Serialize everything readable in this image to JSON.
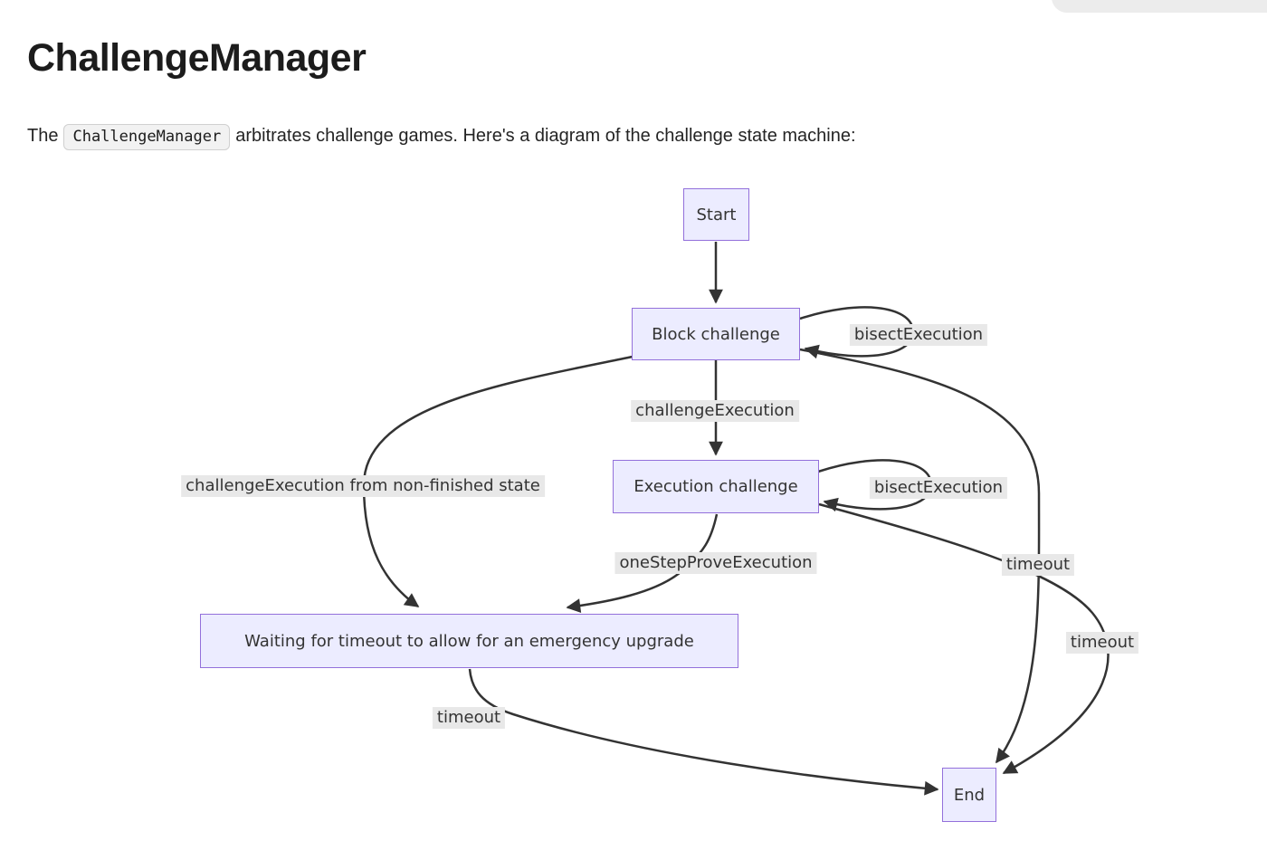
{
  "page": {
    "title": "ChallengeManager",
    "intro": {
      "prefix": "The",
      "code": "ChallengeManager",
      "suffix": "arbitrates challenge games. Here's a diagram of the challenge state machine:"
    }
  },
  "colors": {
    "node_fill": "#ECECFF",
    "node_border": "#9370DB",
    "edge_stroke": "#333333",
    "edge_label_bg": "#e8e8e8",
    "text": "#242424",
    "top_pill_bg": "#ececec",
    "code_bg": "#f2f2f2"
  },
  "diagram": {
    "type": "state-machine",
    "nodes": [
      {
        "id": "start",
        "label": "Start"
      },
      {
        "id": "block-challenge",
        "label": "Block challenge"
      },
      {
        "id": "execution-challenge",
        "label": "Execution challenge"
      },
      {
        "id": "waiting-upgrade",
        "label": "Waiting for timeout to allow for an emergency upgrade"
      },
      {
        "id": "end",
        "label": "End"
      }
    ],
    "edges": [
      {
        "from": "Start",
        "to": "Block challenge",
        "label": ""
      },
      {
        "from": "Block challenge",
        "to": "Block challenge",
        "label": "bisectExecution"
      },
      {
        "from": "Block challenge",
        "to": "Execution challenge",
        "label": "challengeExecution"
      },
      {
        "from": "Execution challenge",
        "to": "Execution challenge",
        "label": "bisectExecution"
      },
      {
        "from": "Block challenge",
        "to": "Waiting for timeout to allow for an emergency upgrade",
        "label": "challengeExecution from non-finished state"
      },
      {
        "from": "Execution challenge",
        "to": "Waiting for timeout to allow for an emergency upgrade",
        "label": "oneStepProveExecution"
      },
      {
        "from": "Block challenge",
        "to": "End",
        "label": "timeout"
      },
      {
        "from": "Execution challenge",
        "to": "End",
        "label": "timeout"
      },
      {
        "from": "Waiting for timeout to allow for an emergency upgrade",
        "to": "End",
        "label": "timeout"
      }
    ]
  }
}
